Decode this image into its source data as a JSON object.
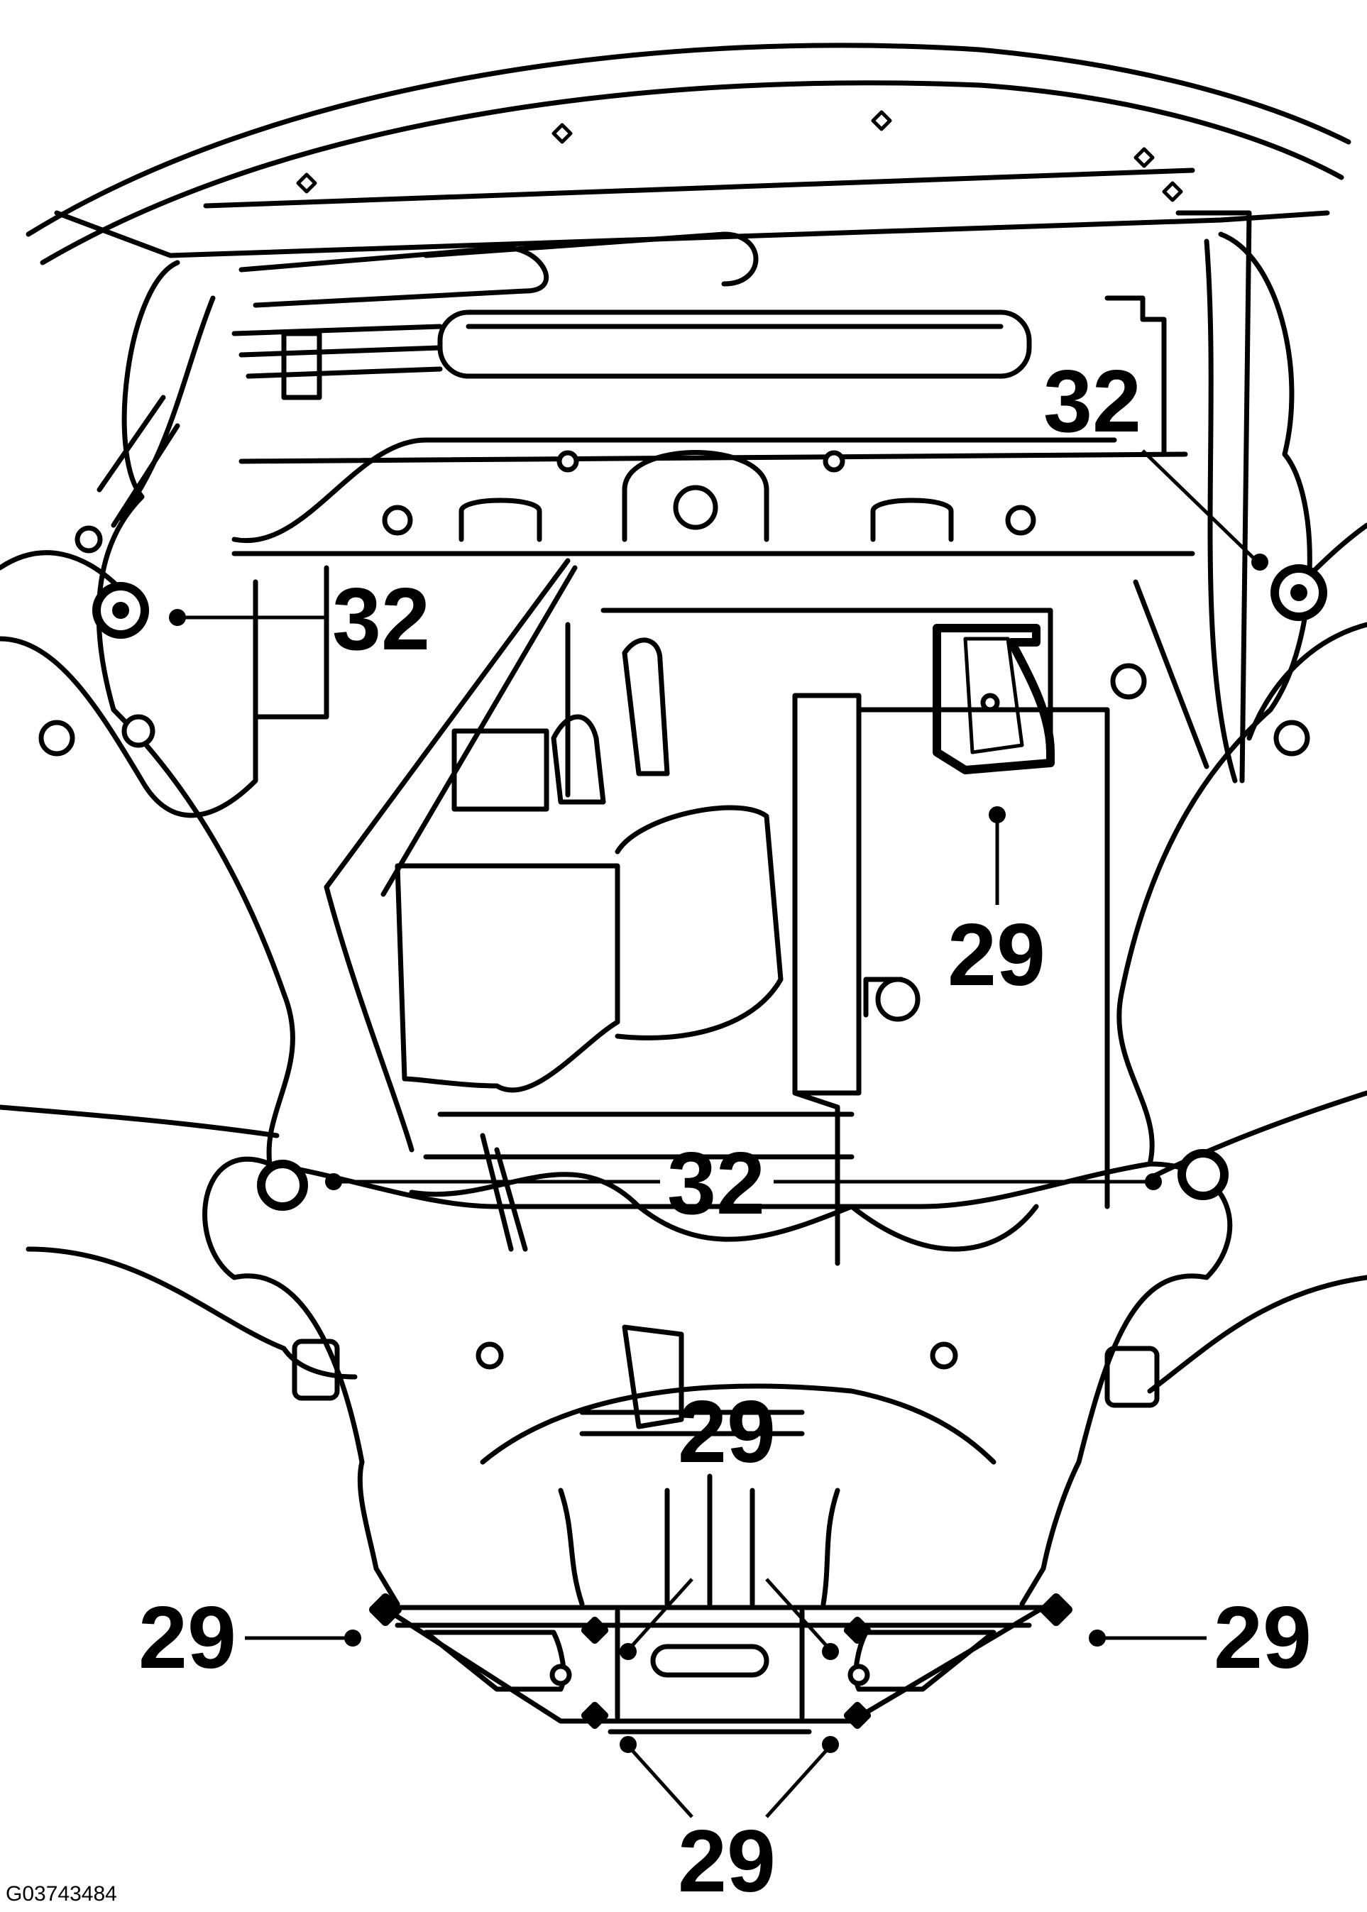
{
  "figure_id": "G03743484",
  "callouts": {
    "upper_right_32": "32",
    "upper_left_32": "32",
    "middle_32": "32",
    "bracket_29": "29",
    "center_29": "29",
    "left_29": "29",
    "right_29": "29",
    "bottom_29": "29"
  },
  "colors": {
    "line": "#000000",
    "background": "#ffffff"
  }
}
